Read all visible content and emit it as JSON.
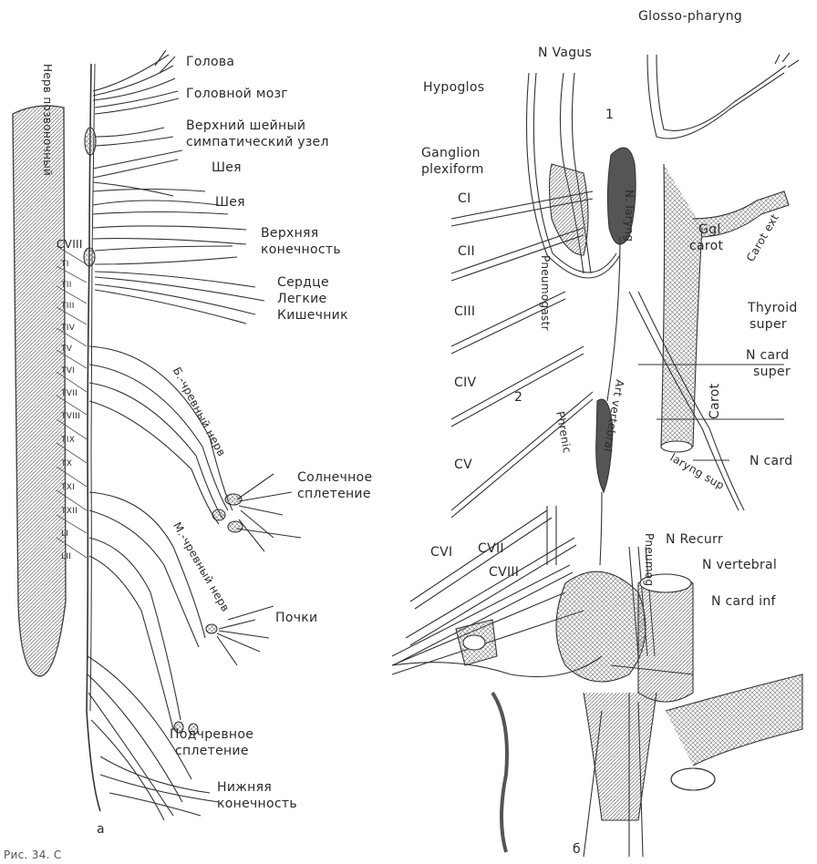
{
  "panel_a": {
    "spine_label": "Нерв позвоночный",
    "cviii": "CVIII",
    "segments": [
      "TI",
      "TII",
      "TIII",
      "TIV",
      "TV",
      "TVI",
      "TVII",
      "TVIII",
      "TIX",
      "TX",
      "TXI",
      "TXII",
      "LI",
      "LII"
    ],
    "labels": {
      "golova": "Голова",
      "mozg": "Головной мозг",
      "uzel1": "Верхний шейный",
      "uzel2": "симпатический узел",
      "sheya1": "Шея",
      "sheya2": "Шея",
      "kon1": "Верхняя",
      "kon2": "конечность",
      "serdce": "Сердце",
      "legkie": "Легкие",
      "kishechnik": "Кишечник",
      "b_nerv": "Б.-чревный нерв",
      "solnech1": "Солнечное",
      "solnech2": "сплетение",
      "m_nerv": "М.-чревный нерв",
      "pochki": "Почки",
      "podchr1": "Подчревное",
      "podchr2": "сплетение",
      "nizh1": "Нижняя",
      "nizh2": "конечность"
    },
    "panel_letter": "а"
  },
  "panel_b": {
    "labels": {
      "glosso": "Glosso-pharyng",
      "vagus": "N Vagus",
      "hypoglos": "Hypoglos",
      "one": "1",
      "ganglion1": "Ganglion",
      "ganglion2": "plexiform",
      "c1": "CI",
      "c2": "CII",
      "c3": "CIII",
      "c4": "CIV",
      "c5": "CV",
      "c6": "CVI",
      "c7": "CVII",
      "c8": "CVIII",
      "two": "2",
      "n_laryng": "N. laryng",
      "pneumogastr": "Pneumogastr",
      "phrenic": "Phrenic",
      "art_vert": "Art vertebral",
      "laryng_sup": "laryng sup",
      "pneumog": "Pneumog",
      "ggl1": "Ggl",
      "ggl2": "carot",
      "carot_ext": "Carot ext",
      "thyroid1": "Thyroid",
      "thyroid2": "super",
      "n_card_super1": "N card",
      "n_card_super2": "super",
      "carot": "Carot",
      "n_card": "N card",
      "n_recurr": "N Recurr",
      "n_vertebral": "N vertebral",
      "n_card_inf": "N card inf"
    },
    "panel_letter": "б"
  },
  "caption": "Рис. 34. С"
}
